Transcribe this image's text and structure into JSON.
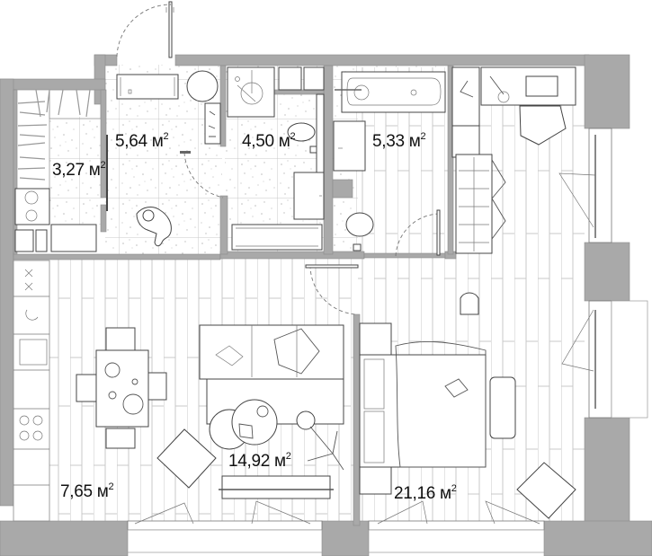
{
  "plan": {
    "type": "apartment floor plan",
    "unit": "м",
    "colors": {
      "wall": "#a9a9a9",
      "floor_lines": "#c9c9c9",
      "tile_dots": "#bdbdbd",
      "label": "#111111",
      "background": "#ffffff"
    },
    "rooms": [
      {
        "id": "wardrobe",
        "name": "Wardrobe / closet",
        "area": "3,27",
        "unit": "м",
        "sup": "2"
      },
      {
        "id": "hallway",
        "name": "Entrance hall",
        "area": "5,64",
        "unit": "м",
        "sup": "2"
      },
      {
        "id": "wc",
        "name": "Guest bathroom (shower)",
        "area": "4,50",
        "unit": "м",
        "sup": "2"
      },
      {
        "id": "bathroom",
        "name": "Bathroom (bathtub)",
        "area": "5,33",
        "unit": "м",
        "sup": "2"
      },
      {
        "id": "kitchen",
        "name": "Kitchen",
        "area": "7,65",
        "unit": "м",
        "sup": "2"
      },
      {
        "id": "living",
        "name": "Living room",
        "area": "14,92",
        "unit": "м",
        "sup": "2"
      },
      {
        "id": "bedroom",
        "name": "Bedroom",
        "area": "21,16",
        "unit": "м",
        "sup": "2"
      }
    ],
    "icons": [
      "entry-door-icon",
      "bench-icon",
      "round-table-icon",
      "shoe-rack-icon",
      "person-icon",
      "shower-icon",
      "toilet-icon",
      "sink-icon",
      "washing-machine-icon",
      "bathtub-icon",
      "desk-icon",
      "office-chair-icon",
      "wardrobe-icon",
      "kitchen-counter-icon",
      "stove-icon",
      "dining-table-icon",
      "sofa-icon",
      "coffee-table-icon",
      "armchair-icon",
      "floor-lamp-icon",
      "tv-console-icon",
      "bed-icon",
      "nightstand-icon",
      "ottoman-icon",
      "pouf-icon",
      "balcony-window-icon"
    ]
  }
}
